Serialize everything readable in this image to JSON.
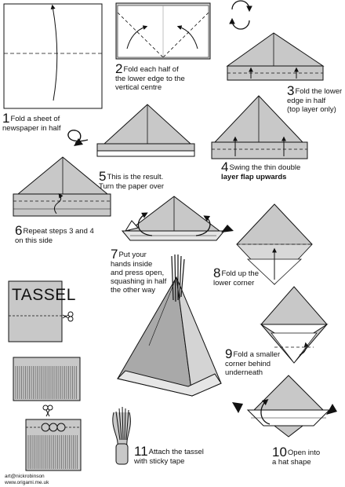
{
  "steps": [
    {
      "num": "1",
      "lines": [
        "Fold a sheet of",
        "newspaper in half"
      ],
      "emphasis": ""
    },
    {
      "num": "2",
      "lines": [
        "Fold each half of",
        "the lower edge to the",
        "vertical centre"
      ],
      "emphasis": ""
    },
    {
      "num": "3",
      "lines": [
        "Fold the lower",
        "edge in half",
        "(top layer only)"
      ],
      "emphasis": ""
    },
    {
      "num": "4",
      "lines": [
        "Swing the thin double"
      ],
      "emphasis": "layer flap upwards"
    },
    {
      "num": "5",
      "lines": [
        "This is the result.",
        "Turn the paper over"
      ],
      "emphasis": ""
    },
    {
      "num": "6",
      "lines": [
        "Repeat steps  3 and 4",
        "on this side"
      ],
      "emphasis": ""
    },
    {
      "num": "7",
      "lines": [
        "Put your",
        "hands inside",
        "and press open,",
        "squashing in half",
        "the other way"
      ],
      "emphasis": ""
    },
    {
      "num": "8",
      "lines": [
        "Fold up the",
        "lower corner"
      ],
      "emphasis": ""
    },
    {
      "num": "9",
      "lines": [
        "Fold a smaller",
        "corner behind",
        "underneath"
      ],
      "emphasis": ""
    },
    {
      "num": "10",
      "lines": [
        "Open into",
        "a hat shape"
      ],
      "emphasis": ""
    },
    {
      "num": "11",
      "lines": [
        "Attach the tassel",
        "with sticky tape"
      ],
      "emphasis": ""
    }
  ],
  "tassel_title": "TASSEL",
  "credits": [
    "art@nickrobinson",
    "www.origami.me.uk"
  ],
  "colors": {
    "paper": "#c8c8c8",
    "paper_dark": "#a9a9a9",
    "line": "#111111"
  },
  "icons": [
    "rotate-icon",
    "flip-over-icon",
    "scissors-icon",
    "fold-arrow-icon"
  ]
}
